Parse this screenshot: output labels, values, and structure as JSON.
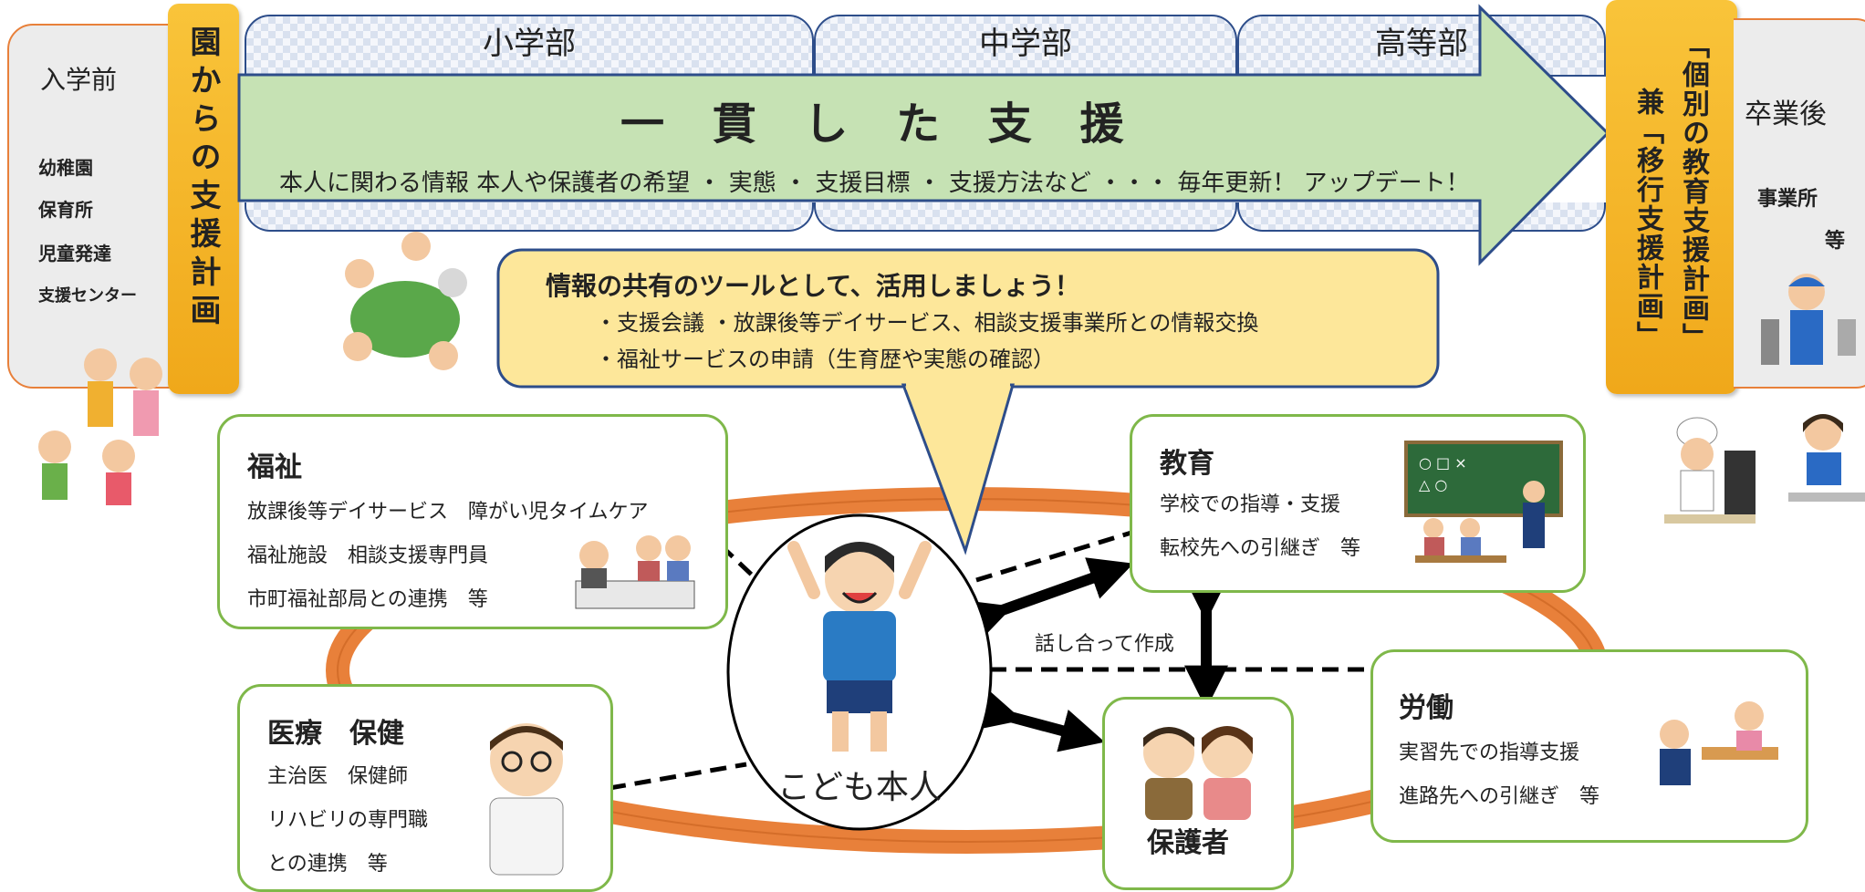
{
  "left_panel": {
    "title": "入学前",
    "items": [
      "幼稚園",
      "保育所",
      "児童発達",
      "支援センター"
    ]
  },
  "left_bar": {
    "label": "園からの支援計画"
  },
  "tabs": [
    "小学部",
    "中学部",
    "高等部"
  ],
  "arrow": {
    "title": "一 貫 し た 支 援",
    "subtitle": "本人に関わる情報 本人や保護者の希望 ・ 実態 ・ 支援目標 ・ 支援方法など ・・・ 毎年更新！ アップデート！"
  },
  "right_bar": {
    "line1": "「個別の教育支援計画」",
    "line2": "兼「移行支援計画」"
  },
  "right_panel": {
    "title": "卒業後",
    "item1": "事業所",
    "item2": "等"
  },
  "callout": {
    "title": "情報の共有のツールとして、活用しましょう！",
    "line1": "・支援会議 ・放課後等デイサービス、相談支援事業所との情報交換",
    "line2": "・福祉サービスの申請（生育歴や実態の確認）"
  },
  "center": {
    "label": "こども本人",
    "discussion": "話し合って作成"
  },
  "boxes": {
    "welfare": {
      "title": "福祉",
      "lines": [
        "放課後等デイサービス　障がい児タイムケア",
        "福祉施設　相談支援専門員",
        "市町福祉部局との連携　等"
      ]
    },
    "education": {
      "title": "教育",
      "lines": [
        "学校での指導・支援",
        "転校先への引継ぎ　等"
      ]
    },
    "medical": {
      "title": "医療　保健",
      "lines": [
        "主治医　保健師",
        "リハビリの専門職",
        "との連携　等"
      ]
    },
    "guardian": {
      "title": "保護者"
    },
    "labor": {
      "title": "労働",
      "lines": [
        "実習先での指導支援",
        "進路先への引継ぎ　等"
      ]
    }
  },
  "colors": {
    "arrow": "#c6e2b4",
    "box_border": "#7fb84a",
    "ellipse": "#e8803a",
    "callout": "#fde79a",
    "bar": "#f5b72a"
  }
}
